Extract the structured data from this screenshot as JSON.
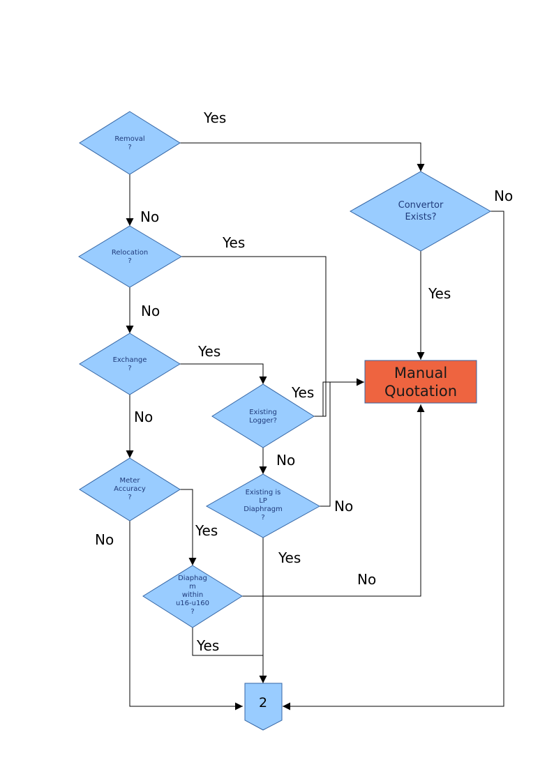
{
  "nodes": {
    "removal": [
      "Removal",
      "?"
    ],
    "relocation": [
      "Relocation",
      "?"
    ],
    "exchange": [
      "Exchange",
      "?"
    ],
    "meter_accuracy": [
      "Meter",
      "Accuracy",
      "?"
    ],
    "existing_logger": [
      "Existing",
      "Logger?"
    ],
    "existing_lp": [
      "Existing is",
      "LP",
      "Diaphragm",
      "?"
    ],
    "diaphragm_range": [
      "Diaphag",
      "m",
      "within",
      "u16-u160",
      "?"
    ],
    "convertor_exists": [
      "Convertor",
      "Exists?"
    ],
    "manual_quotation": [
      "Manual",
      "Quotation"
    ],
    "connector": "2"
  },
  "edge_labels": {
    "removal_yes": "Yes",
    "removal_no": "No",
    "relocation_yes": "Yes",
    "relocation_no": "No",
    "exchange_yes": "Yes",
    "exchange_no": "No",
    "logger_yes": "Yes",
    "logger_no": "No",
    "lp_no": "No",
    "lp_yes": "Yes",
    "accuracy_yes": "Yes",
    "accuracy_no": "No",
    "diaphragm_no": "No",
    "diaphragm_yes": "Yes",
    "convertor_yes": "Yes",
    "convertor_no": "No"
  }
}
